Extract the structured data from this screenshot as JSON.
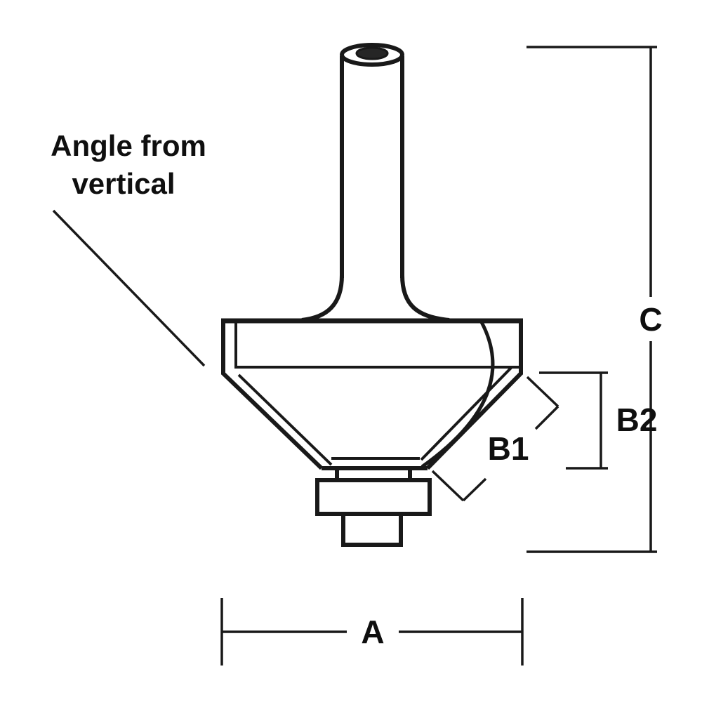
{
  "diagram": {
    "colors": {
      "line": "#191919",
      "text": "#0f0f0f",
      "background": "#ffffff"
    },
    "labels": {
      "angle_line1": "Angle from",
      "angle_line2": "vertical",
      "dim_a": "A",
      "dim_b1": "B1",
      "dim_b2": "B2",
      "dim_c": "C"
    }
  }
}
